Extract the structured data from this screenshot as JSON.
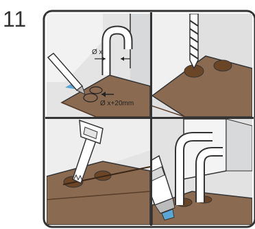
{
  "step": {
    "number": "11"
  },
  "panels": {
    "mark": {
      "pipe_diameter_label": "Ø x",
      "hole_diameter_label": "Ø x+20mm"
    }
  },
  "colors": {
    "frame": "#333333",
    "board": "#8a6a50",
    "board_light": "#b48a68",
    "hole": "#6a4526",
    "wall_grey": "#d4d6d8",
    "panel_bg": "#e2e2e2",
    "accent_blue": "#5aa7d6"
  }
}
